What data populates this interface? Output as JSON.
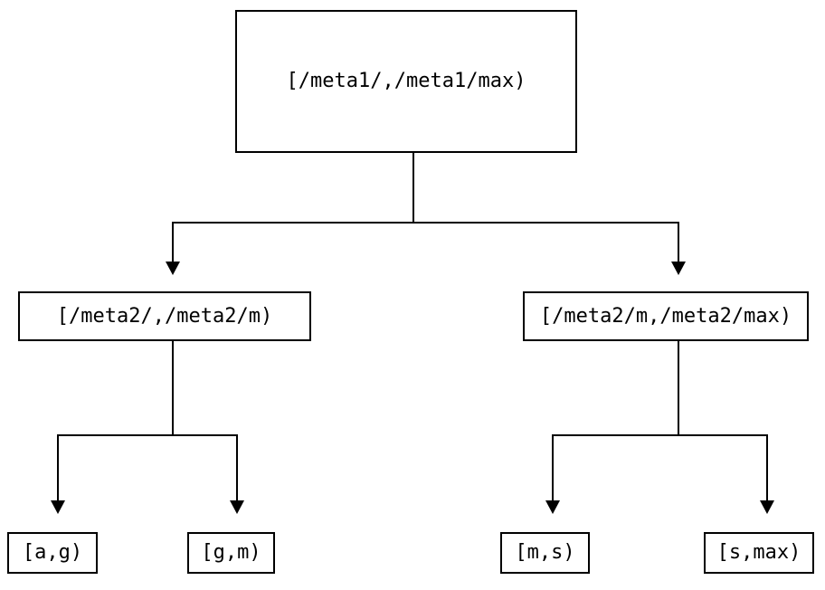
{
  "diagram": {
    "type": "tree",
    "title": "",
    "nodes": {
      "root": {
        "label": "[/meta1/,/meta1/max)",
        "level": 0
      },
      "mid_left": {
        "label": "[/meta2/,/meta2/m)",
        "level": 1
      },
      "mid_right": {
        "label": "[/meta2/m,/meta2/max)",
        "level": 1
      },
      "leaf_1": {
        "label": "[a,g)",
        "level": 2
      },
      "leaf_2": {
        "label": "[g,m)",
        "level": 2
      },
      "leaf_3": {
        "label": "[m,s)",
        "level": 2
      },
      "leaf_4": {
        "label": "[s,max)",
        "level": 2
      }
    },
    "edges": [
      {
        "from": "root",
        "to": "mid_left",
        "arrow": "down"
      },
      {
        "from": "root",
        "to": "mid_right",
        "arrow": "down"
      },
      {
        "from": "mid_left",
        "to": "leaf_1",
        "arrow": "down"
      },
      {
        "from": "mid_left",
        "to": "leaf_2",
        "arrow": "down"
      },
      {
        "from": "mid_right",
        "to": "leaf_3",
        "arrow": "down"
      },
      {
        "from": "mid_right",
        "to": "leaf_4",
        "arrow": "down"
      }
    ],
    "colors": {
      "background": "#ffffff",
      "stroke": "#000000",
      "text": "#000000",
      "node_fill": "#ffffff"
    }
  }
}
